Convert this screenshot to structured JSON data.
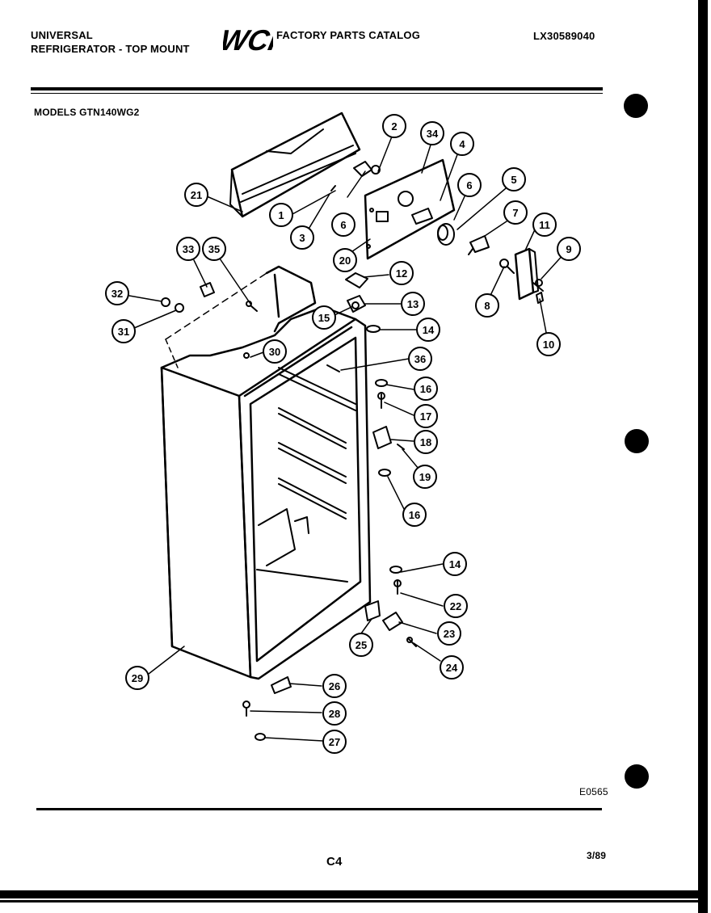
{
  "header": {
    "brand_line1": "UNIVERSAL",
    "brand_line2": "REFRIGERATOR - TOP MOUNT",
    "logo_text": "WCI",
    "catalog_title": "FACTORY PARTS CATALOG",
    "catalog_number": "LX30589040"
  },
  "models_label": "MODELS GTN140WG2",
  "diagram_code": "E0565",
  "page_code": "C4",
  "date_code": "3/89",
  "callouts": [
    "1",
    "2",
    "3",
    "4",
    "5",
    "6",
    "6",
    "7",
    "8",
    "9",
    "10",
    "11",
    "12",
    "13",
    "14",
    "14",
    "15",
    "16",
    "16",
    "17",
    "18",
    "19",
    "20",
    "21",
    "22",
    "23",
    "24",
    "25",
    "26",
    "27",
    "28",
    "29",
    "30",
    "31",
    "32",
    "33",
    "34",
    "35",
    "36"
  ]
}
